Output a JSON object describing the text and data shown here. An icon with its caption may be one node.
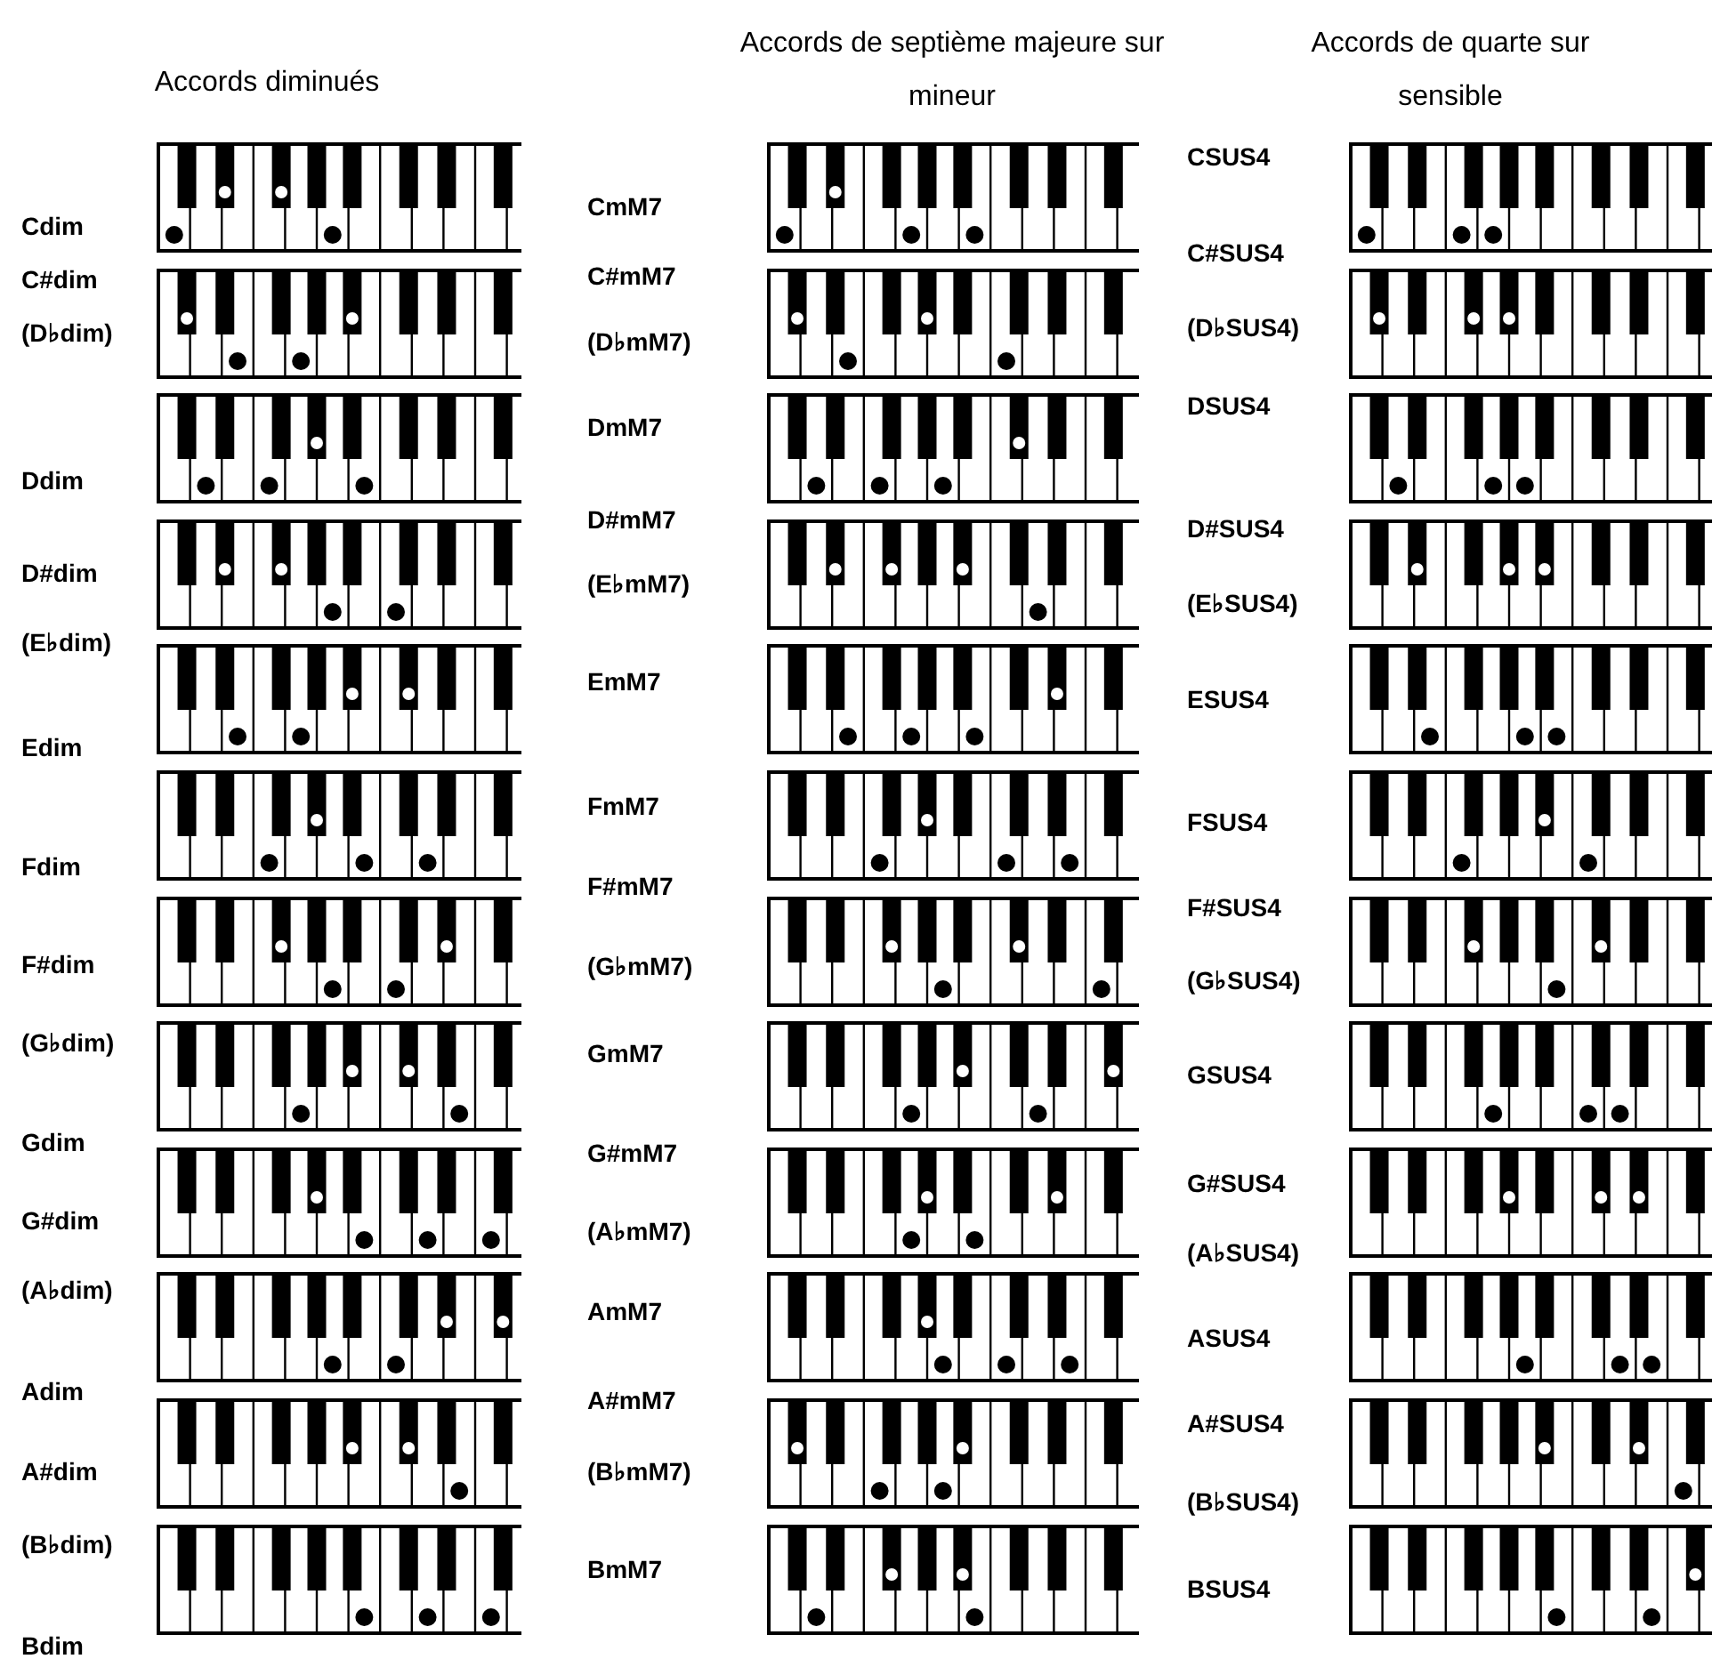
{
  "diagram": {
    "labels": [
      "Accords diminués",
      "Accords de septième majeure sur mineur",
      "Accords de quarte sur sensible",
      "Cdim",
      "C#dim",
      "(D♭dim)",
      "Ddim",
      "D#dim",
      "(E♭dim)",
      "Edim",
      "Fdim",
      "F#dim",
      "(G♭dim)",
      "Gdim",
      "G#dim",
      "(A♭dim)",
      "Adim",
      "A#dim",
      "(B♭dim)",
      "Bdim",
      "CmM7",
      "C#mM7",
      "(D♭mM7)",
      "DmM7",
      "D#mM7",
      "(E♭mM7)",
      "EmM7",
      "FmM7",
      "F#mM7",
      "(G♭mM7)",
      "GmM7",
      "G#mM7",
      "(A♭mM7)",
      "AmM7",
      "A#mM7",
      "(B♭mM7)",
      "BmM7",
      "CSUS4",
      "C#SUS4",
      "(D♭SUS4)",
      "DSUS4",
      "D#SUS4",
      "(E♭SUS4)",
      "ESUS4",
      "FSUS4",
      "F#SUS4",
      "(G♭SUS4)",
      "GSUS4",
      "G#SUS4",
      "(A♭SUS4)",
      "ASUS4",
      "A#SUS4",
      "(B♭SUS4)",
      "BSUS4"
    ]
  }
}
